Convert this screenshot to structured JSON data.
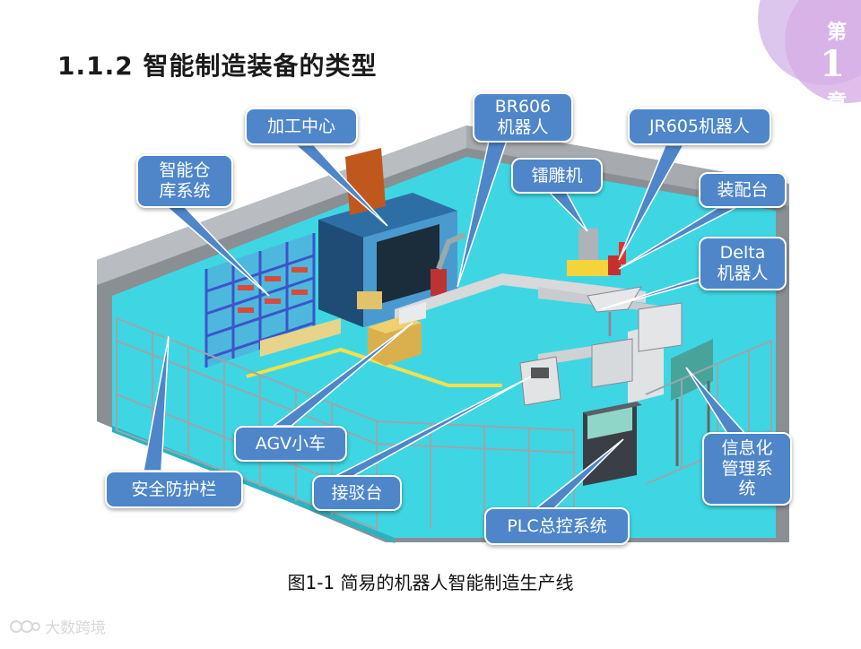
{
  "title": "1.1.2 智能制造装备的类型",
  "chapter": {
    "word": "第",
    "number": "1",
    "unit": "章"
  },
  "callouts": [
    {
      "id": "machining",
      "text": "加工中心"
    },
    {
      "id": "br606",
      "text": "BR606\n机器人"
    },
    {
      "id": "jr605",
      "text": "JR605机器人"
    },
    {
      "id": "warehouse",
      "text": "智能仓\n库系统"
    },
    {
      "id": "engraver",
      "text": "镭雕机"
    },
    {
      "id": "assembly",
      "text": "装配台"
    },
    {
      "id": "delta",
      "text": "Delta\n机器人"
    },
    {
      "id": "agv",
      "text": "AGV小车"
    },
    {
      "id": "fence",
      "text": "安全防护栏"
    },
    {
      "id": "transfer",
      "text": "接驳台"
    },
    {
      "id": "plc",
      "text": "PLC总控系统"
    },
    {
      "id": "info",
      "text": "信息化\n管理系\n统"
    }
  ],
  "caption": "图1-1  简易的机器人智能制造生产线",
  "watermark": "大数跨境",
  "colors": {
    "callout": "#4e86c9",
    "floor": "#3fd6e3",
    "badge": "#d9b3e6"
  }
}
